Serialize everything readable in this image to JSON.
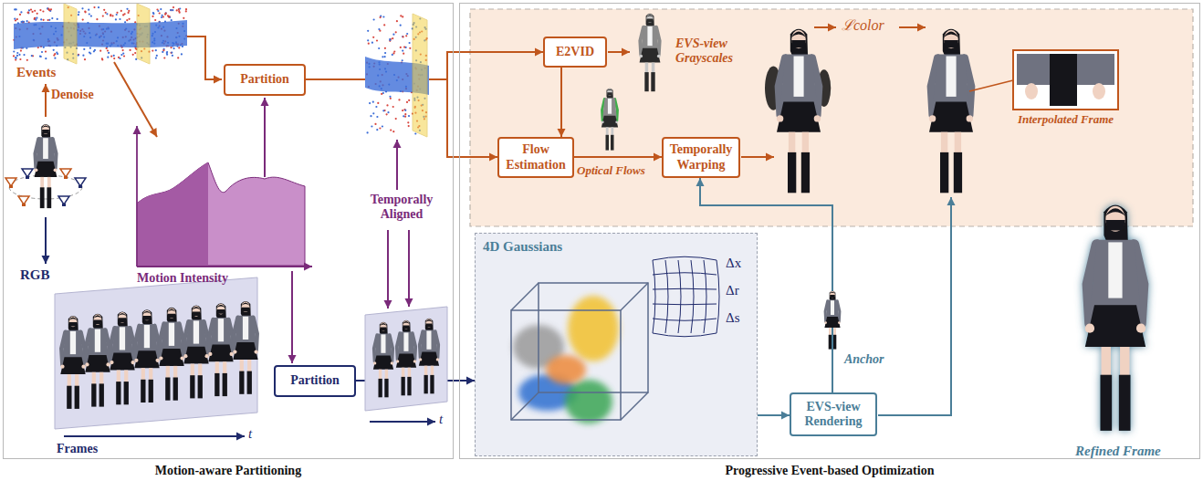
{
  "diagram": {
    "nodes": [
      {
        "text": [
          "Motion-aware Partitioning"
        ]
      },
      {
        "text": [
          "Partition"
        ],
        "in": 0
      },
      {
        "text": [
          "Partition"
        ],
        "in": 0
      },
      {
        "text": [
          "Progressive Event-based Optimization"
        ]
      },
      {
        "text": [
          "E2VID"
        ],
        "in": 3
      },
      {
        "text": [
          "Flow Estimation"
        ],
        "in": 3
      },
      {
        "text": [
          "Temporally Warping"
        ],
        "in": 3
      },
      {
        "text": [
          "4D Gaussians"
        ],
        "in": 3
      },
      {
        "text": [
          "EVS-view Rendering"
        ],
        "in": 3
      }
    ],
    "edges": [
      {
        "from": 1,
        "to": 4,
        "arrow": "to"
      },
      {
        "from": 1,
        "to": 5,
        "arrow": "to"
      },
      {
        "from": 4,
        "to": 5,
        "arrow": "to"
      },
      {
        "from": 5,
        "to": 6,
        "arrow": "to"
      },
      {
        "from": 2,
        "to": 7,
        "arrow": "to"
      },
      {
        "from": 7,
        "to": 8,
        "arrow": "to"
      },
      {
        "from": 8,
        "to": 6,
        "arrow": "to"
      }
    ],
    "labels": [
      "Events",
      "Denoise",
      "RGB",
      "Motion Intensity",
      "Temporally Aligned",
      "Frames",
      "t",
      "t",
      "EVS-view Grayscales",
      "Optical Flows",
      "ℒcolor",
      "Interpolated Frame",
      "Δx",
      "Δr",
      "Δs",
      "Anchor",
      "Refined Frame"
    ]
  }
}
